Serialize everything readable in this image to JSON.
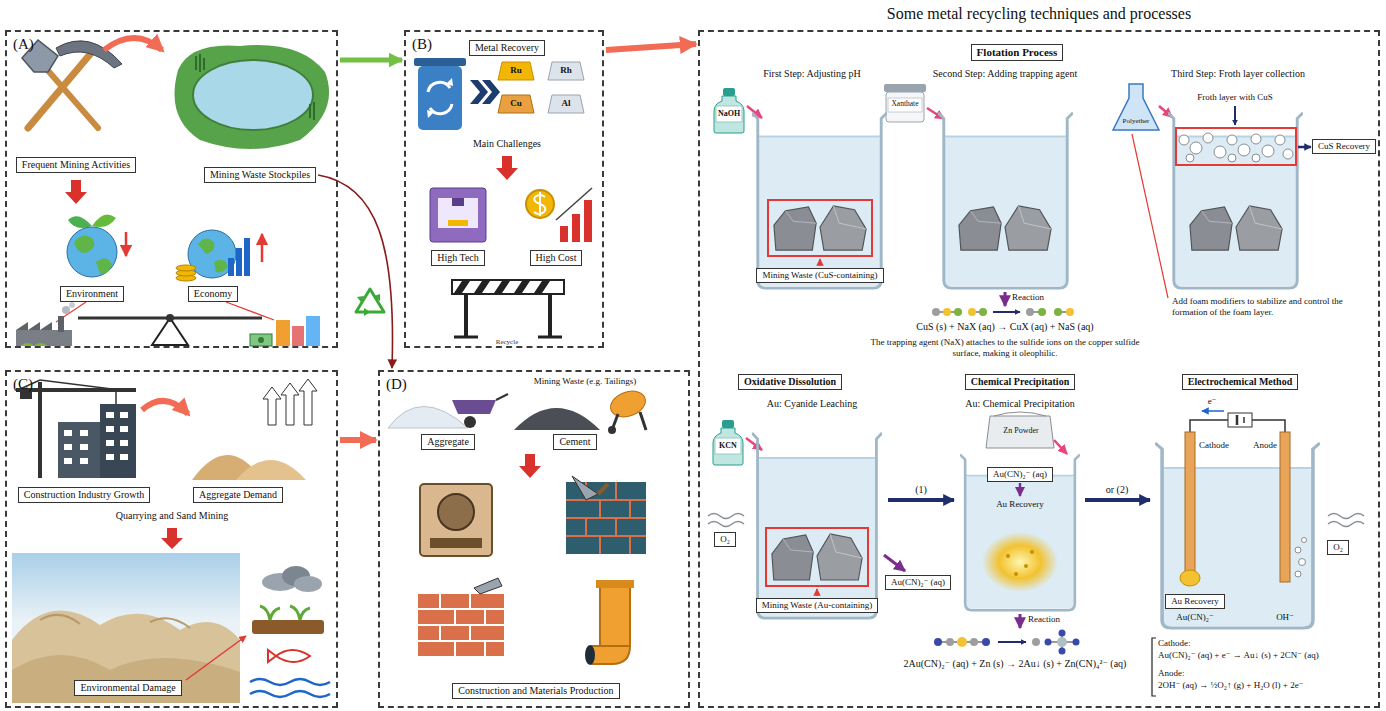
{
  "diagram": {
    "nodes": [
      {
        "text": [
          "(A)"
        ]
      },
      {
        "text": [
          "Frequent Mining Activities"
        ],
        "in": 0
      },
      {
        "text": [
          "Mining Waste Stockpiles"
        ],
        "in": 0
      },
      {
        "text": [
          "Environment"
        ],
        "in": 0
      },
      {
        "text": [
          "Economy"
        ],
        "in": 0
      },
      {
        "text": [
          "(B)"
        ]
      },
      {
        "text": [
          "Metal Recovery"
        ],
        "in": 5
      },
      {
        "text": [
          "High Tech"
        ],
        "in": 5
      },
      {
        "text": [
          "High Cost"
        ],
        "in": 5
      },
      {
        "text": [
          "(C)"
        ]
      },
      {
        "text": [
          "Construction Industry Growth"
        ],
        "in": 9
      },
      {
        "text": [
          "Aggregate Demand"
        ],
        "in": 9
      },
      {
        "text": [
          "Environmental Damage"
        ],
        "in": 9
      },
      {
        "text": [
          "(D)"
        ]
      },
      {
        "text": [
          "Aggregate"
        ],
        "in": 13
      },
      {
        "text": [
          "Cement"
        ],
        "in": 13
      },
      {
        "text": [
          "Construction and Materials Production"
        ],
        "in": 13
      },
      {
        "text": [
          "Some metal recycling techniques and processes"
        ]
      },
      {
        "text": [
          "Flotation Process"
        ],
        "in": 17
      },
      {
        "text": [
          "Mining Waste (CuS-containing)"
        ],
        "in": 17
      },
      {
        "text": [
          "CuS Recovery"
        ],
        "in": 17
      },
      {
        "text": [
          "Oxidative Dissolution"
        ],
        "in": 17
      },
      {
        "text": [
          "Chemical Precipitation"
        ],
        "in": 17
      },
      {
        "text": [
          "Electrochemical Method"
        ],
        "in": 17
      },
      {
        "text": [
          "O₂"
        ],
        "in": 17
      },
      {
        "text": [
          "Au(CN)₂⁻ (aq)"
        ],
        "in": 17
      },
      {
        "text": [
          "Mining Waste (Au-containing)"
        ],
        "in": 17
      },
      {
        "text": [
          "Au(CN)₂⁻ (aq)"
        ],
        "in": 17
      },
      {
        "text": [
          "Au Recovery"
        ],
        "in": 17
      },
      {
        "text": [
          "O₂"
        ],
        "in": 17
      }
    ],
    "edges": [
      {
        "from": 0,
        "to": 5,
        "arrow": "to"
      },
      {
        "from": 2,
        "to": 13,
        "arrow": "to"
      },
      {
        "from": 9,
        "to": 13,
        "arrow": "to"
      },
      {
        "from": 5,
        "to": 17,
        "arrow": "to"
      }
    ],
    "labels": [
      "Ru",
      "Rh",
      "Cu",
      "Al",
      "Main Challenges",
      "Recycle",
      "Quarrying and Sand Mining",
      "Mining Waste (e.g. Tailings)",
      "First Step: Adjusting pH",
      "Second Step: Adding trapping agent",
      "Third Step: Froth layer collection",
      "NaOH",
      "Xanthate",
      "Polyether",
      "Froth layer with CuS",
      "Reaction",
      "CuS (s) + NaX (aq) → CuX (aq) + NaS (aq)",
      "The trapping agent (NaX) attaches to the sulfide ions on the copper sulfide surface, making it oleophilic.",
      "Add foam modifiers to stabilize and control the formation of the foam layer.",
      "Au: Cyanide Leaching",
      "KCN",
      "Au: Chemical Precipitation",
      "Zn Powder",
      "(1)",
      "Au Recovery",
      "Reaction",
      "2Au(CN)₂⁻ (aq) + Zn (s) → 2Au↓ (s) + Zn(CN)₄²⁻ (aq)",
      "or (2)",
      "e⁻",
      "Cathode",
      "Anode",
      "Au(CN)₂⁻",
      "OH⁻",
      "Cathode:",
      "Au(CN)₂⁻ (aq) + e⁻ → Au↓ (s) + 2CN⁻ (aq)",
      "Anode:",
      "2OH⁻ (aq) → ½O₂↑ (g) + H₂O (l) + 2e⁻"
    ]
  }
}
